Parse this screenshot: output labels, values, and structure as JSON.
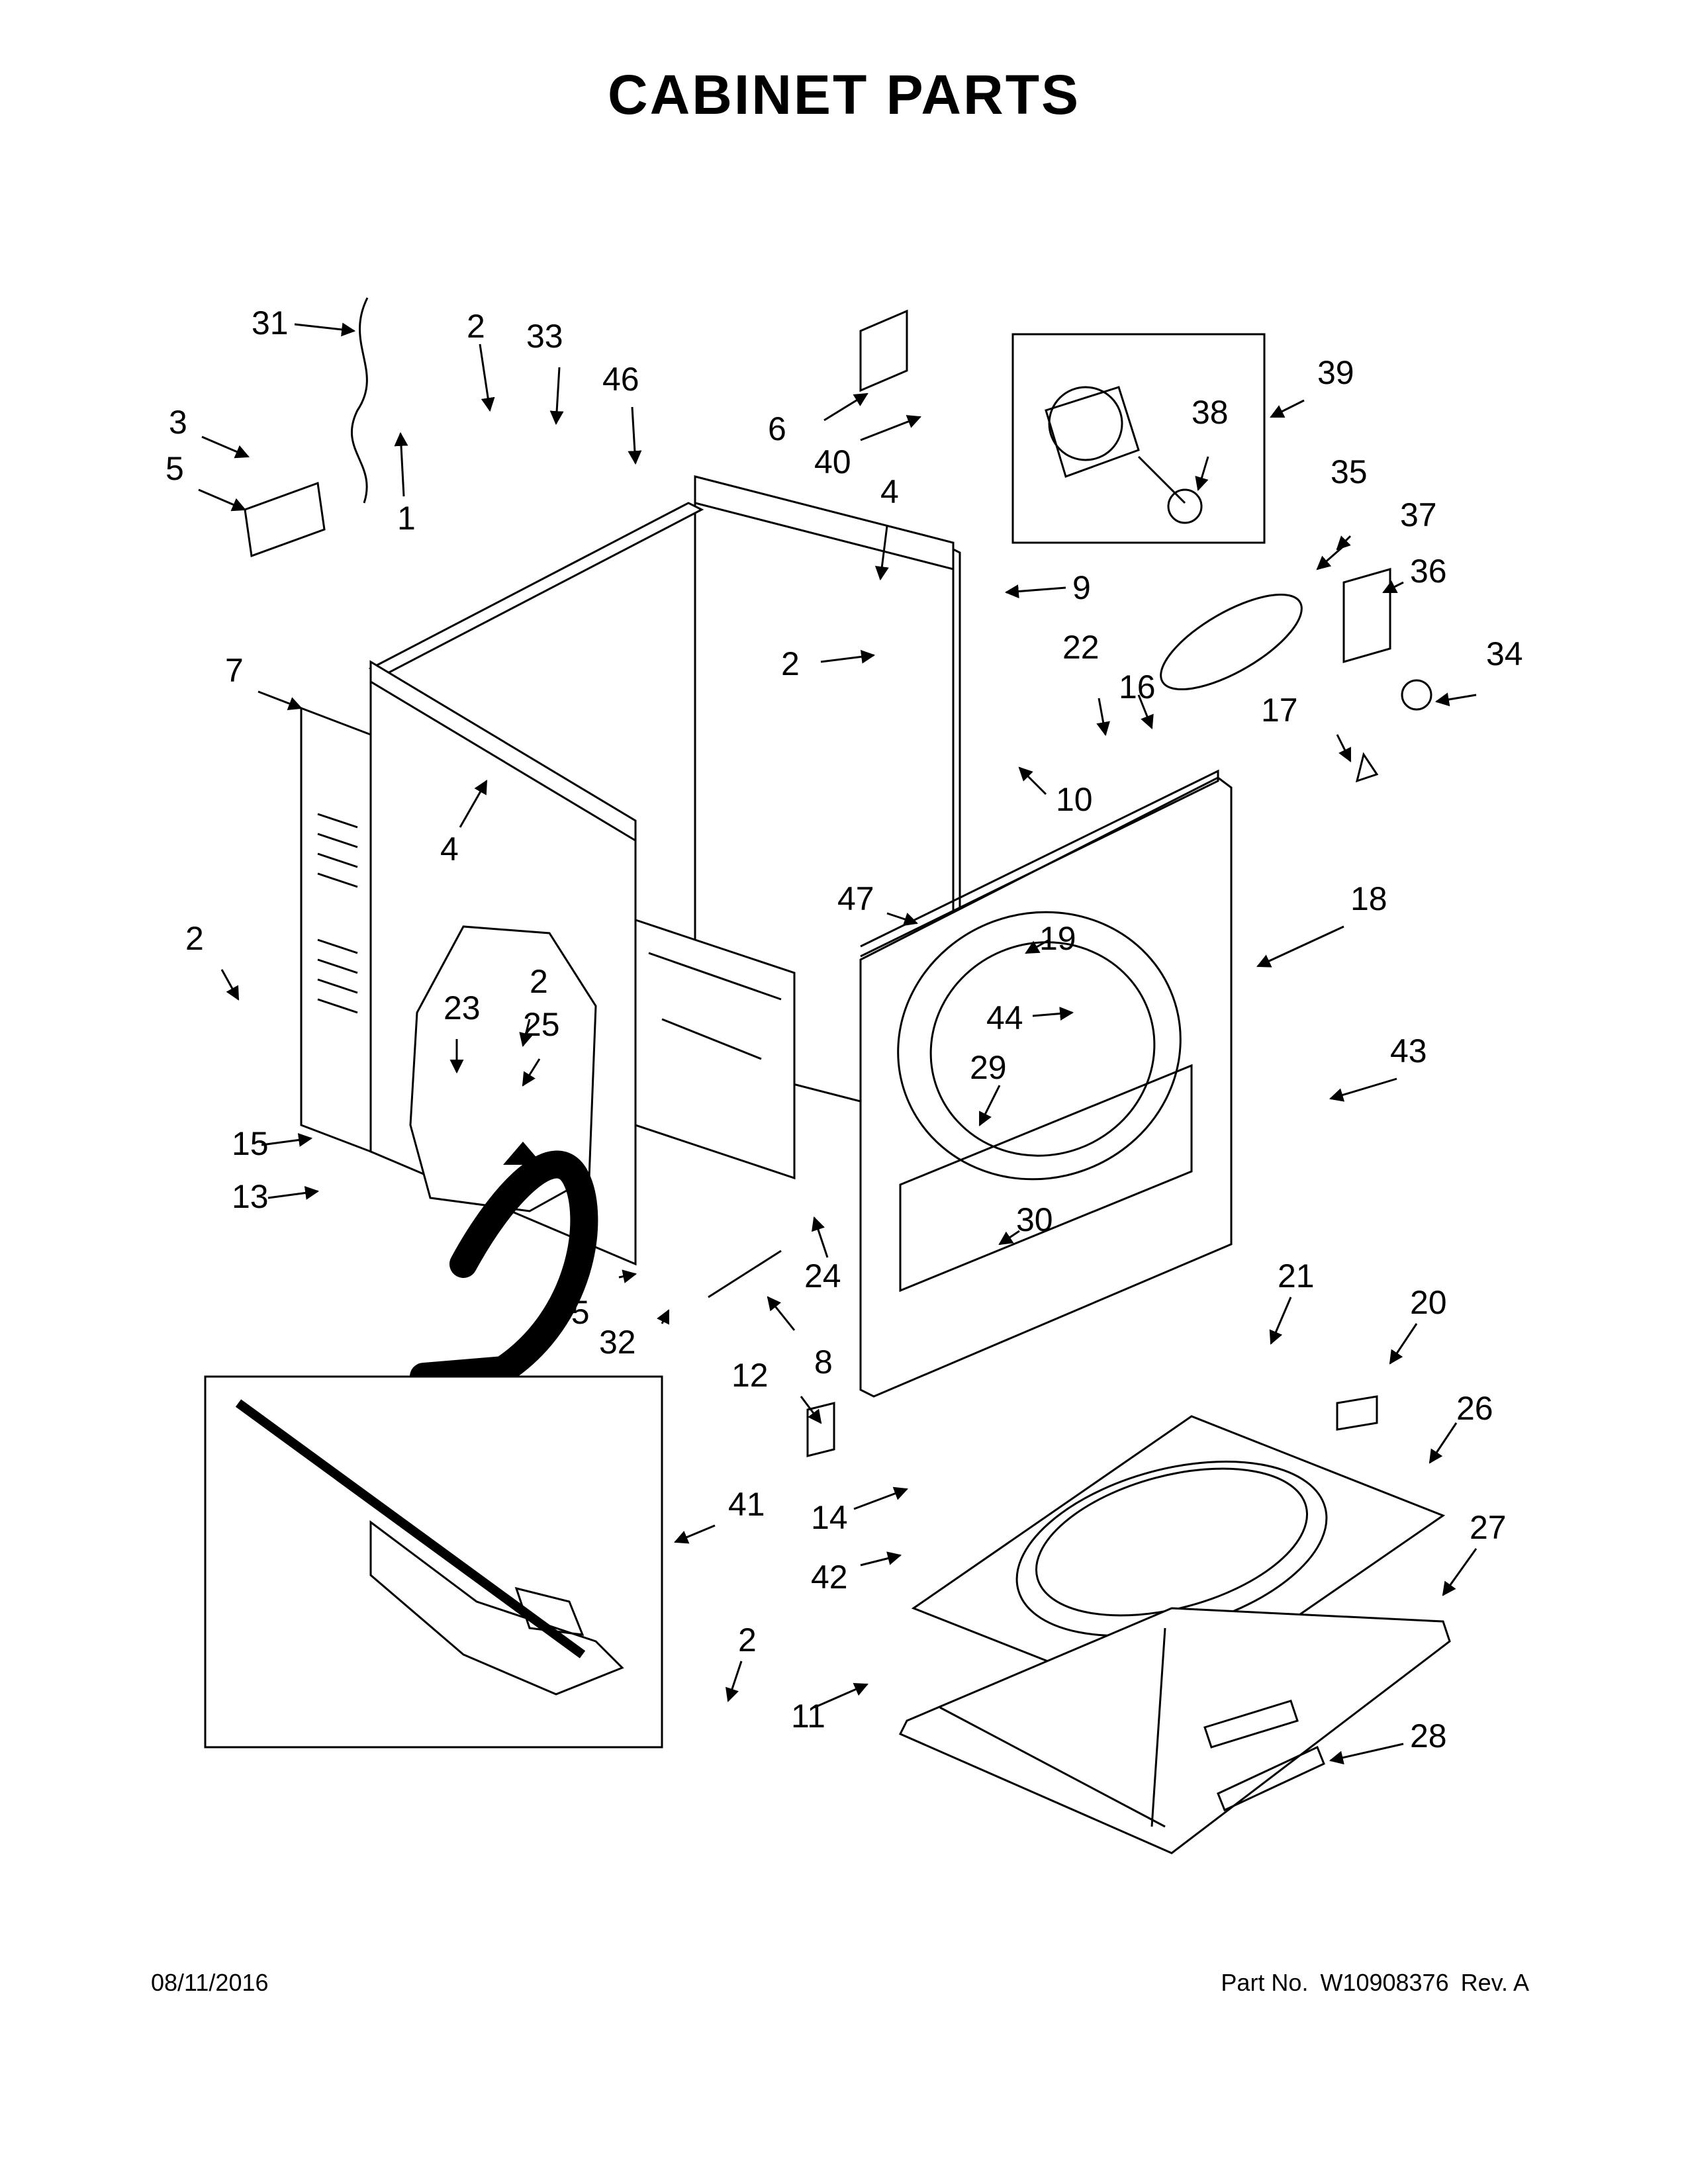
{
  "title": "CABINET PARTS",
  "footer": {
    "date": "08/11/2016",
    "part_label": "Part No.",
    "part_number": "W10908376",
    "revision": "Rev. A"
  },
  "callouts": [
    "31",
    "2",
    "33",
    "46",
    "3",
    "5",
    "1",
    "6",
    "40",
    "4",
    "39",
    "38",
    "35",
    "37",
    "9",
    "36",
    "2",
    "22",
    "16",
    "34",
    "7",
    "10",
    "17",
    "4",
    "47",
    "18",
    "2",
    "19",
    "2",
    "23",
    "25",
    "44",
    "43",
    "15",
    "29",
    "13",
    "30",
    "24",
    "45",
    "32",
    "8",
    "21",
    "20",
    "12",
    "26",
    "14",
    "41",
    "27",
    "42",
    "2",
    "11",
    "28"
  ]
}
